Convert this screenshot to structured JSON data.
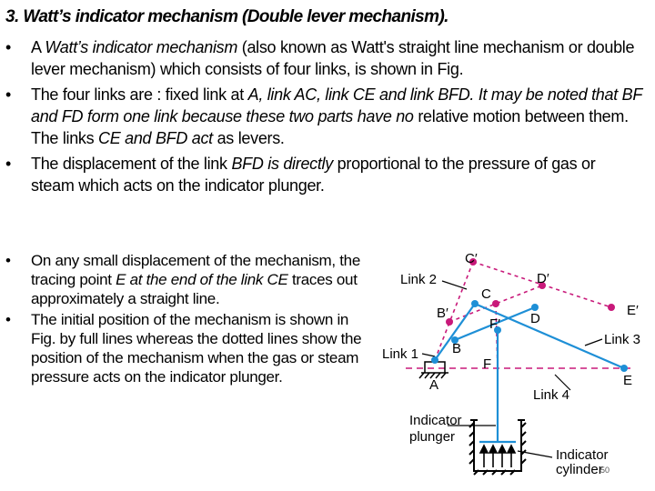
{
  "title": "3. Watt’s indicator mechanism (Double lever mechanism).",
  "bullet_symbol": "•",
  "top_bullets": [
    {
      "p1": "A ",
      "p1i": "Watt’s indicator mechanism",
      "p2": " (also known as Watt's straight line mechanism or double lever mechanism) which consists of four links, is shown in Fig."
    },
    {
      "p1": "The four links are : fixed link at ",
      "p1i": "A, link AC, link CE and link BFD. It may be noted that BF and FD form one link because these two parts have no",
      "p2": " relative motion between them. The links ",
      "p2i": "CE and BFD act",
      "p3": " as levers."
    },
    {
      "p1": "The displacement of the link ",
      "p1i": "BFD is directly",
      "p2": " proportional to the pressure of gas or steam which acts on the indicator plunger."
    }
  ],
  "bottom_bullets": [
    {
      "p1": "On any small displacement of the mechanism, the tracing point ",
      "p1i": "E at the end of the link CE",
      "p2": " traces out approximately a straight line."
    },
    {
      "p1": "The initial position of the mechanism is shown in Fig. by full lines whereas the dotted lines show the position of the mechanism when the gas or steam pressure acts on the indicator plunger."
    }
  ],
  "diagram": {
    "labels": {
      "c_prime": "C′",
      "d_prime": "D′",
      "link2": "Link 2",
      "c": "C",
      "b_prime": "B′",
      "e_prime": "E′",
      "f_prime": "F′",
      "d": "D",
      "link3": "Link 3",
      "link1": "Link 1",
      "b": "B",
      "f": "F",
      "e": "E",
      "a": "A",
      "link4": "Link 4",
      "indicator_plunger": "Indicator plunger",
      "indicator_cylinder": "Indicator cylinder"
    },
    "page_number": "50",
    "colors": {
      "link": "#1e8fd6",
      "link_displaced": "#c8197a",
      "line_of_motion": "#c8197a",
      "joint_fixed": "#1e8fd6",
      "joint_moving": "#c8197a",
      "ground": "#000000"
    }
  }
}
